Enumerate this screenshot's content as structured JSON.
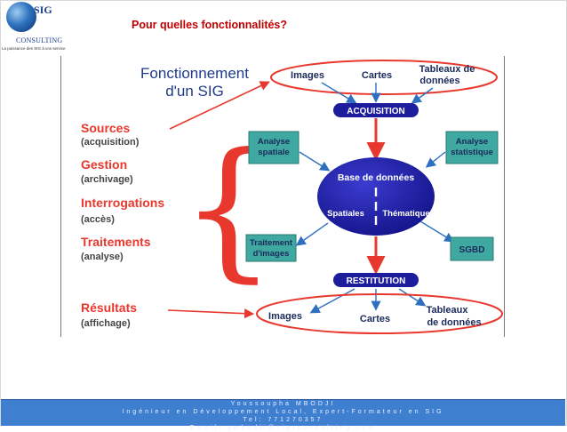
{
  "logo": {
    "brand": "SIG",
    "name": "CONSULTING",
    "tagline": "La puissance des SIG à vos service"
  },
  "title": "Pour quelles fonctionnalités?",
  "diagram": {
    "heading_line1": "Fonctionnement",
    "heading_line2": "d'un SIG",
    "left_items": [
      {
        "label": "Sources",
        "sub": "(acquisition)"
      },
      {
        "label": "Gestion",
        "sub": "(archivage)"
      },
      {
        "label": "Interrogations",
        "sub": "(accès)"
      },
      {
        "label": "Traitements",
        "sub": "(analyse)"
      },
      {
        "label": "Résultats",
        "sub": "(affichage)"
      }
    ],
    "inputs": {
      "images": "Images",
      "cartes": "Cartes",
      "tableaux_line1": "Tableaux de",
      "tableaux_line2": "données"
    },
    "acquisition": "ACQUISITION",
    "analyse_spatiale_line1": "Analyse",
    "analyse_spatiale_line2": "spatiale",
    "analyse_statistique_line1": "Analyse",
    "analyse_statistique_line2": "statistique",
    "base_line1": "Base de données",
    "base_spatiales": "Spatiales",
    "base_thematique": "Thématique",
    "traitement_line1": "Traitement",
    "traitement_line2": "d'images",
    "sgbd": "SGBD",
    "restitution": "RESTITUTION",
    "outputs": {
      "images": "Images",
      "cartes": "Cartes",
      "tableaux_line1": "Tableaux",
      "tableaux_line2": "de données"
    },
    "colors": {
      "red": "#e8382e",
      "navy": "#1c1c9c",
      "box": "#3fa8a0",
      "arrow": "#2f6fc0"
    }
  },
  "footer": {
    "line1": "Youssoupha MBODJI",
    "line2": "Ingénieur en Développement Local, Expert-Formateur en SIG",
    "line3": "Tel: 771270357",
    "line4": "Email: ymbodji@sig-consulting.com"
  }
}
